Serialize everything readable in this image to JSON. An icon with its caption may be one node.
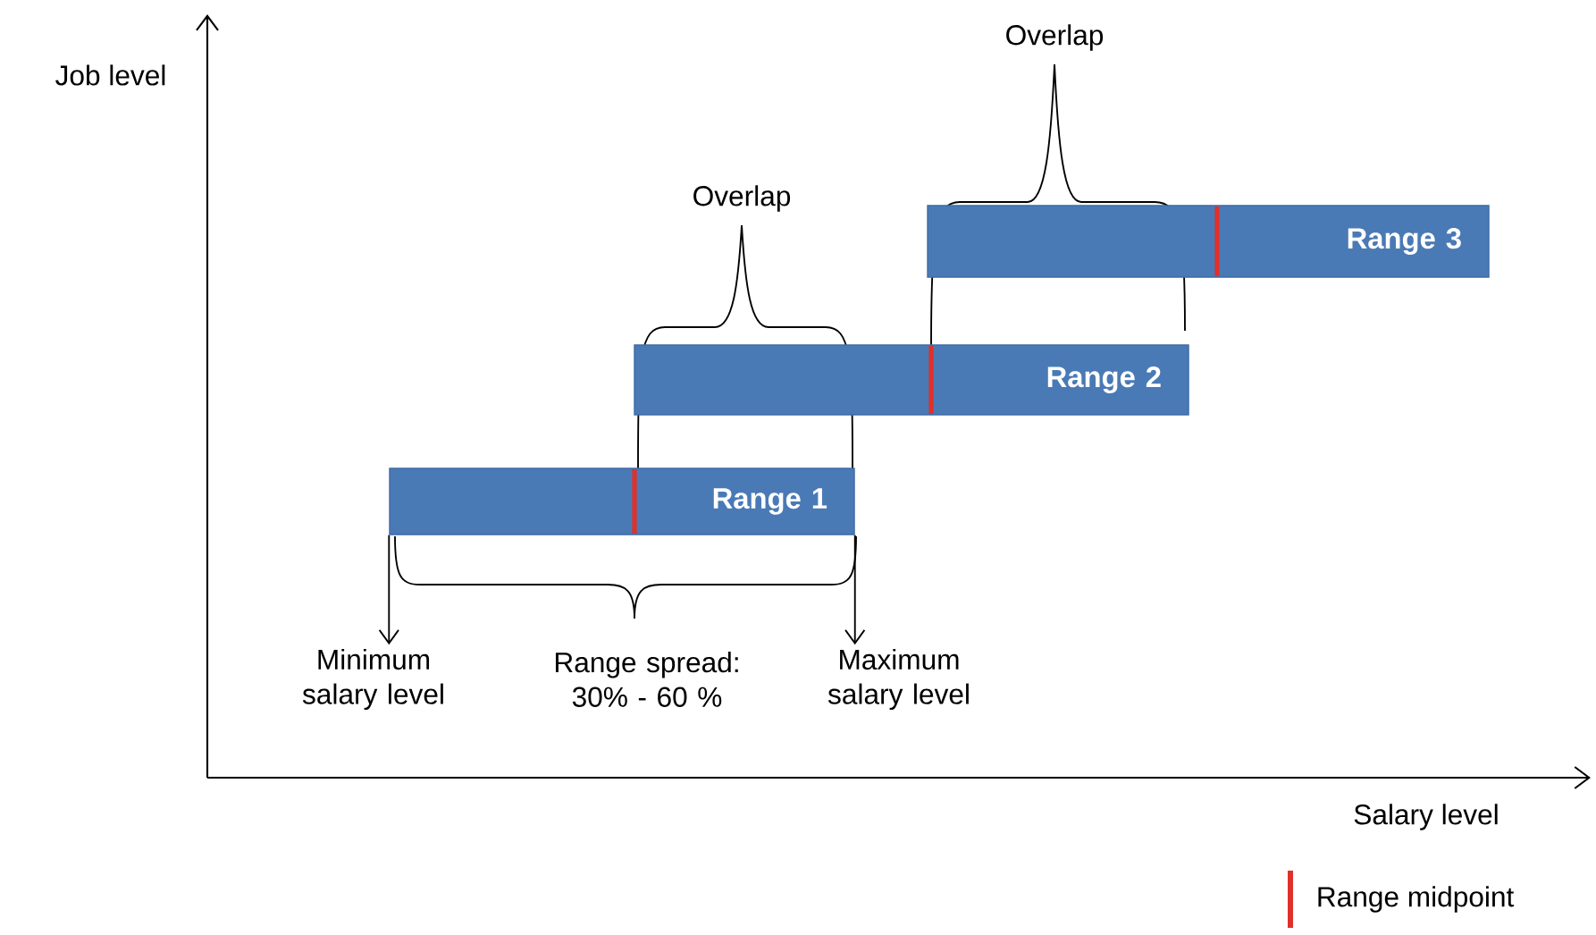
{
  "diagram": {
    "nodes": [
      {
        "text": [
          "Range 3"
        ]
      },
      {
        "text": [
          "Range 2"
        ]
      },
      {
        "text": [
          "Range 1"
        ]
      },
      {
        "text": [
          "Minimum salary level"
        ]
      },
      {
        "text": [
          "Maximum salary level"
        ]
      }
    ],
    "edges": [
      {
        "from": 2,
        "to": 3,
        "arrow": "to"
      },
      {
        "from": 2,
        "to": 4,
        "arrow": "to"
      }
    ],
    "labels": [
      "Overlap",
      "Job level",
      "Overlap",
      "Range spread: 30% - 60 %",
      "Salary level"
    ],
    "legend": [
      {
        "text": "Range midpoint",
        "color": "#e0302a"
      }
    ]
  }
}
